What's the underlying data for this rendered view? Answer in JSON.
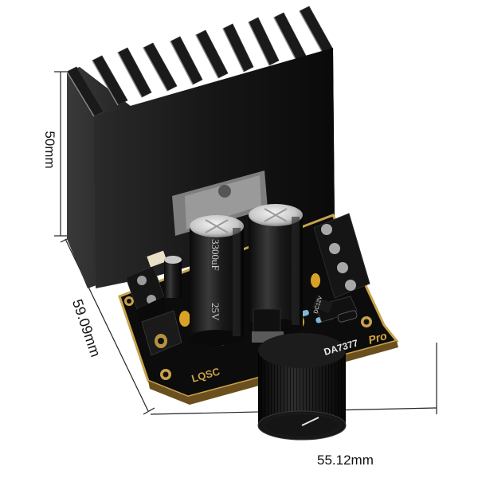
{
  "image": {
    "subject": "amplifier-board-with-heatsink",
    "colors": {
      "background": "#ffffff",
      "heatsink": "#141414",
      "pcb": "#0c0c0c",
      "pcb_border": "#c9a24a",
      "capacitor": "#1a1a1a",
      "terminal": "#101010",
      "dimension_line": "#222222"
    }
  },
  "dimensions": {
    "height": "50mm",
    "depth": "59.09mm",
    "width": "55.12mm"
  },
  "board_text": {
    "model": "DA7377",
    "variant": "Pro",
    "brand": "LQSC",
    "power_label": "DC12V"
  },
  "capacitor_text": {
    "value": "3300uF",
    "voltage": "25V"
  }
}
